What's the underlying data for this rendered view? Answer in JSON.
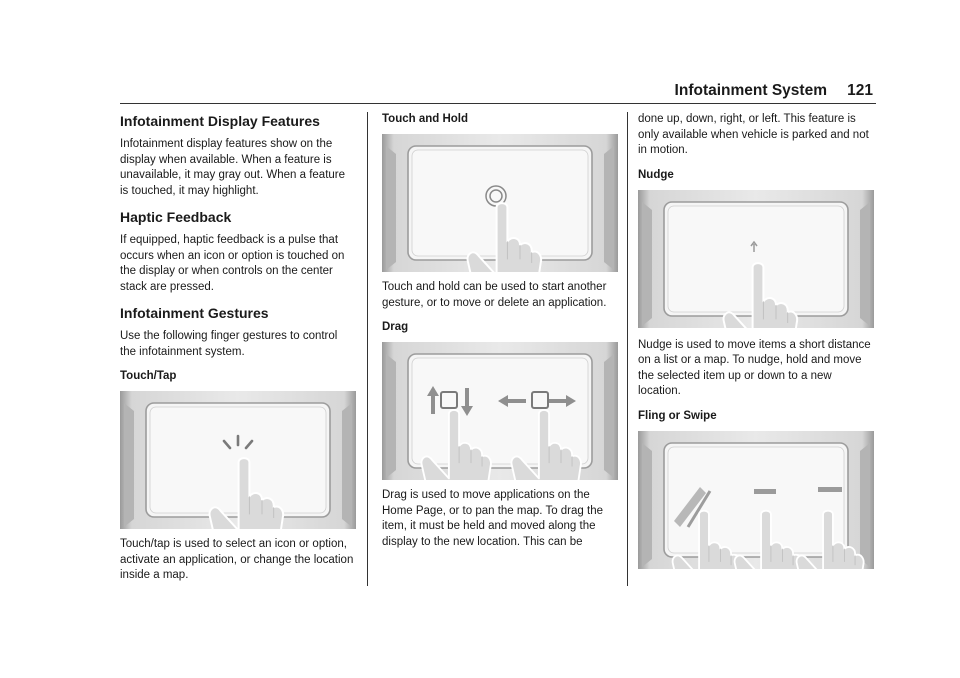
{
  "header": {
    "section": "Infotainment System",
    "page": "121"
  },
  "col1": {
    "h_display": "Infotainment Display Features",
    "p_display": "Infotainment display features show on the display when available. When a feature is unavailable, it may gray out. When a feature is touched, it may highlight.",
    "h_haptic": "Haptic Feedback",
    "p_haptic": "If equipped, haptic feedback is a pulse that occurs when an icon or option is touched on the display or when controls on the center stack are pressed.",
    "h_gestures": "Infotainment Gestures",
    "p_gestures": "Use the following finger gestures to control the infotainment system.",
    "h_tap": "Touch/Tap",
    "p_tap": "Touch/tap is used to select an icon or option, activate an application, or change the location inside a map."
  },
  "col2": {
    "h_hold": "Touch and Hold",
    "p_hold": "Touch and hold can be used to start another gesture, or to move or delete an application.",
    "h_drag": "Drag",
    "p_drag": "Drag is used to move applications on the Home Page, or to pan the map. To drag the item, it must be held and moved along the display to the new location. This can be"
  },
  "col3": {
    "p_cont": "done up, down, right, or left. This feature is only available when vehicle is parked and not in motion.",
    "h_nudge": "Nudge",
    "p_nudge": "Nudge is used to move items a short distance on a list or a map. To nudge, hold and move the selected item up or down to a new location.",
    "h_fling": "Fling or Swipe"
  },
  "colors": {
    "text": "#1a1a1a",
    "screen_bg": "#f4f4f4",
    "bezel": "#bdbdbd",
    "hand": "#d9d9d9"
  }
}
